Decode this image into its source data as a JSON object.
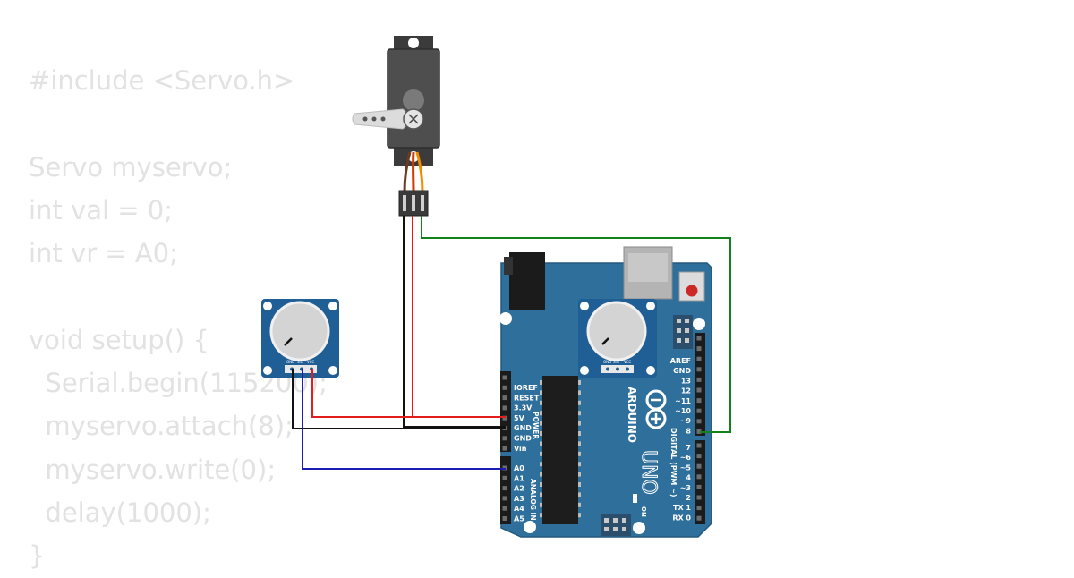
{
  "code_lines": [
    "#include <Servo.h>",
    "",
    "Servo myservo;",
    "int val = 0;",
    "int vr = A0;",
    "",
    "void setup() {",
    "  Serial.begin(115200);",
    "  myservo.attach(8);",
    "  myservo.write(0);",
    "  delay(1000);",
    "}"
  ],
  "board": {
    "brand": "ARDUINO",
    "model": "UNO",
    "on_label": "ON",
    "power_header_title": "POWER",
    "power_pins": [
      "IOREF",
      "RESET",
      "3.3V",
      "5V",
      "GND",
      "GND",
      "Vin"
    ],
    "analog_header_title": "ANALOG IN",
    "analog_pins": [
      "A0",
      "A1",
      "A2",
      "A3",
      "A4",
      "A5"
    ],
    "digital_header_title": "DIGITAL (PWM ~)",
    "digital_pins_top": [
      "AREF",
      "GND",
      "13",
      "12",
      "~11",
      "~10",
      "~9",
      "8"
    ],
    "digital_pins_bottom": [
      "7",
      "~6",
      "~5",
      "4",
      "~3",
      "2",
      "TX 1",
      "RX 0"
    ]
  },
  "potentiometer": {
    "pin_labels": [
      "GND",
      "SIG",
      "VCC"
    ]
  },
  "wire_colors": {
    "power": "#e11d1d",
    "ground": "#111111",
    "signal_servo": "#12821a",
    "signal_pot": "#1c1cb5",
    "servo_signal_lead": "#f08a00",
    "servo_power_lead": "#d03a00"
  },
  "colors": {
    "board": "#2f6f9c",
    "module": "#1f5f95",
    "code_text": "#e2e2e2"
  }
}
